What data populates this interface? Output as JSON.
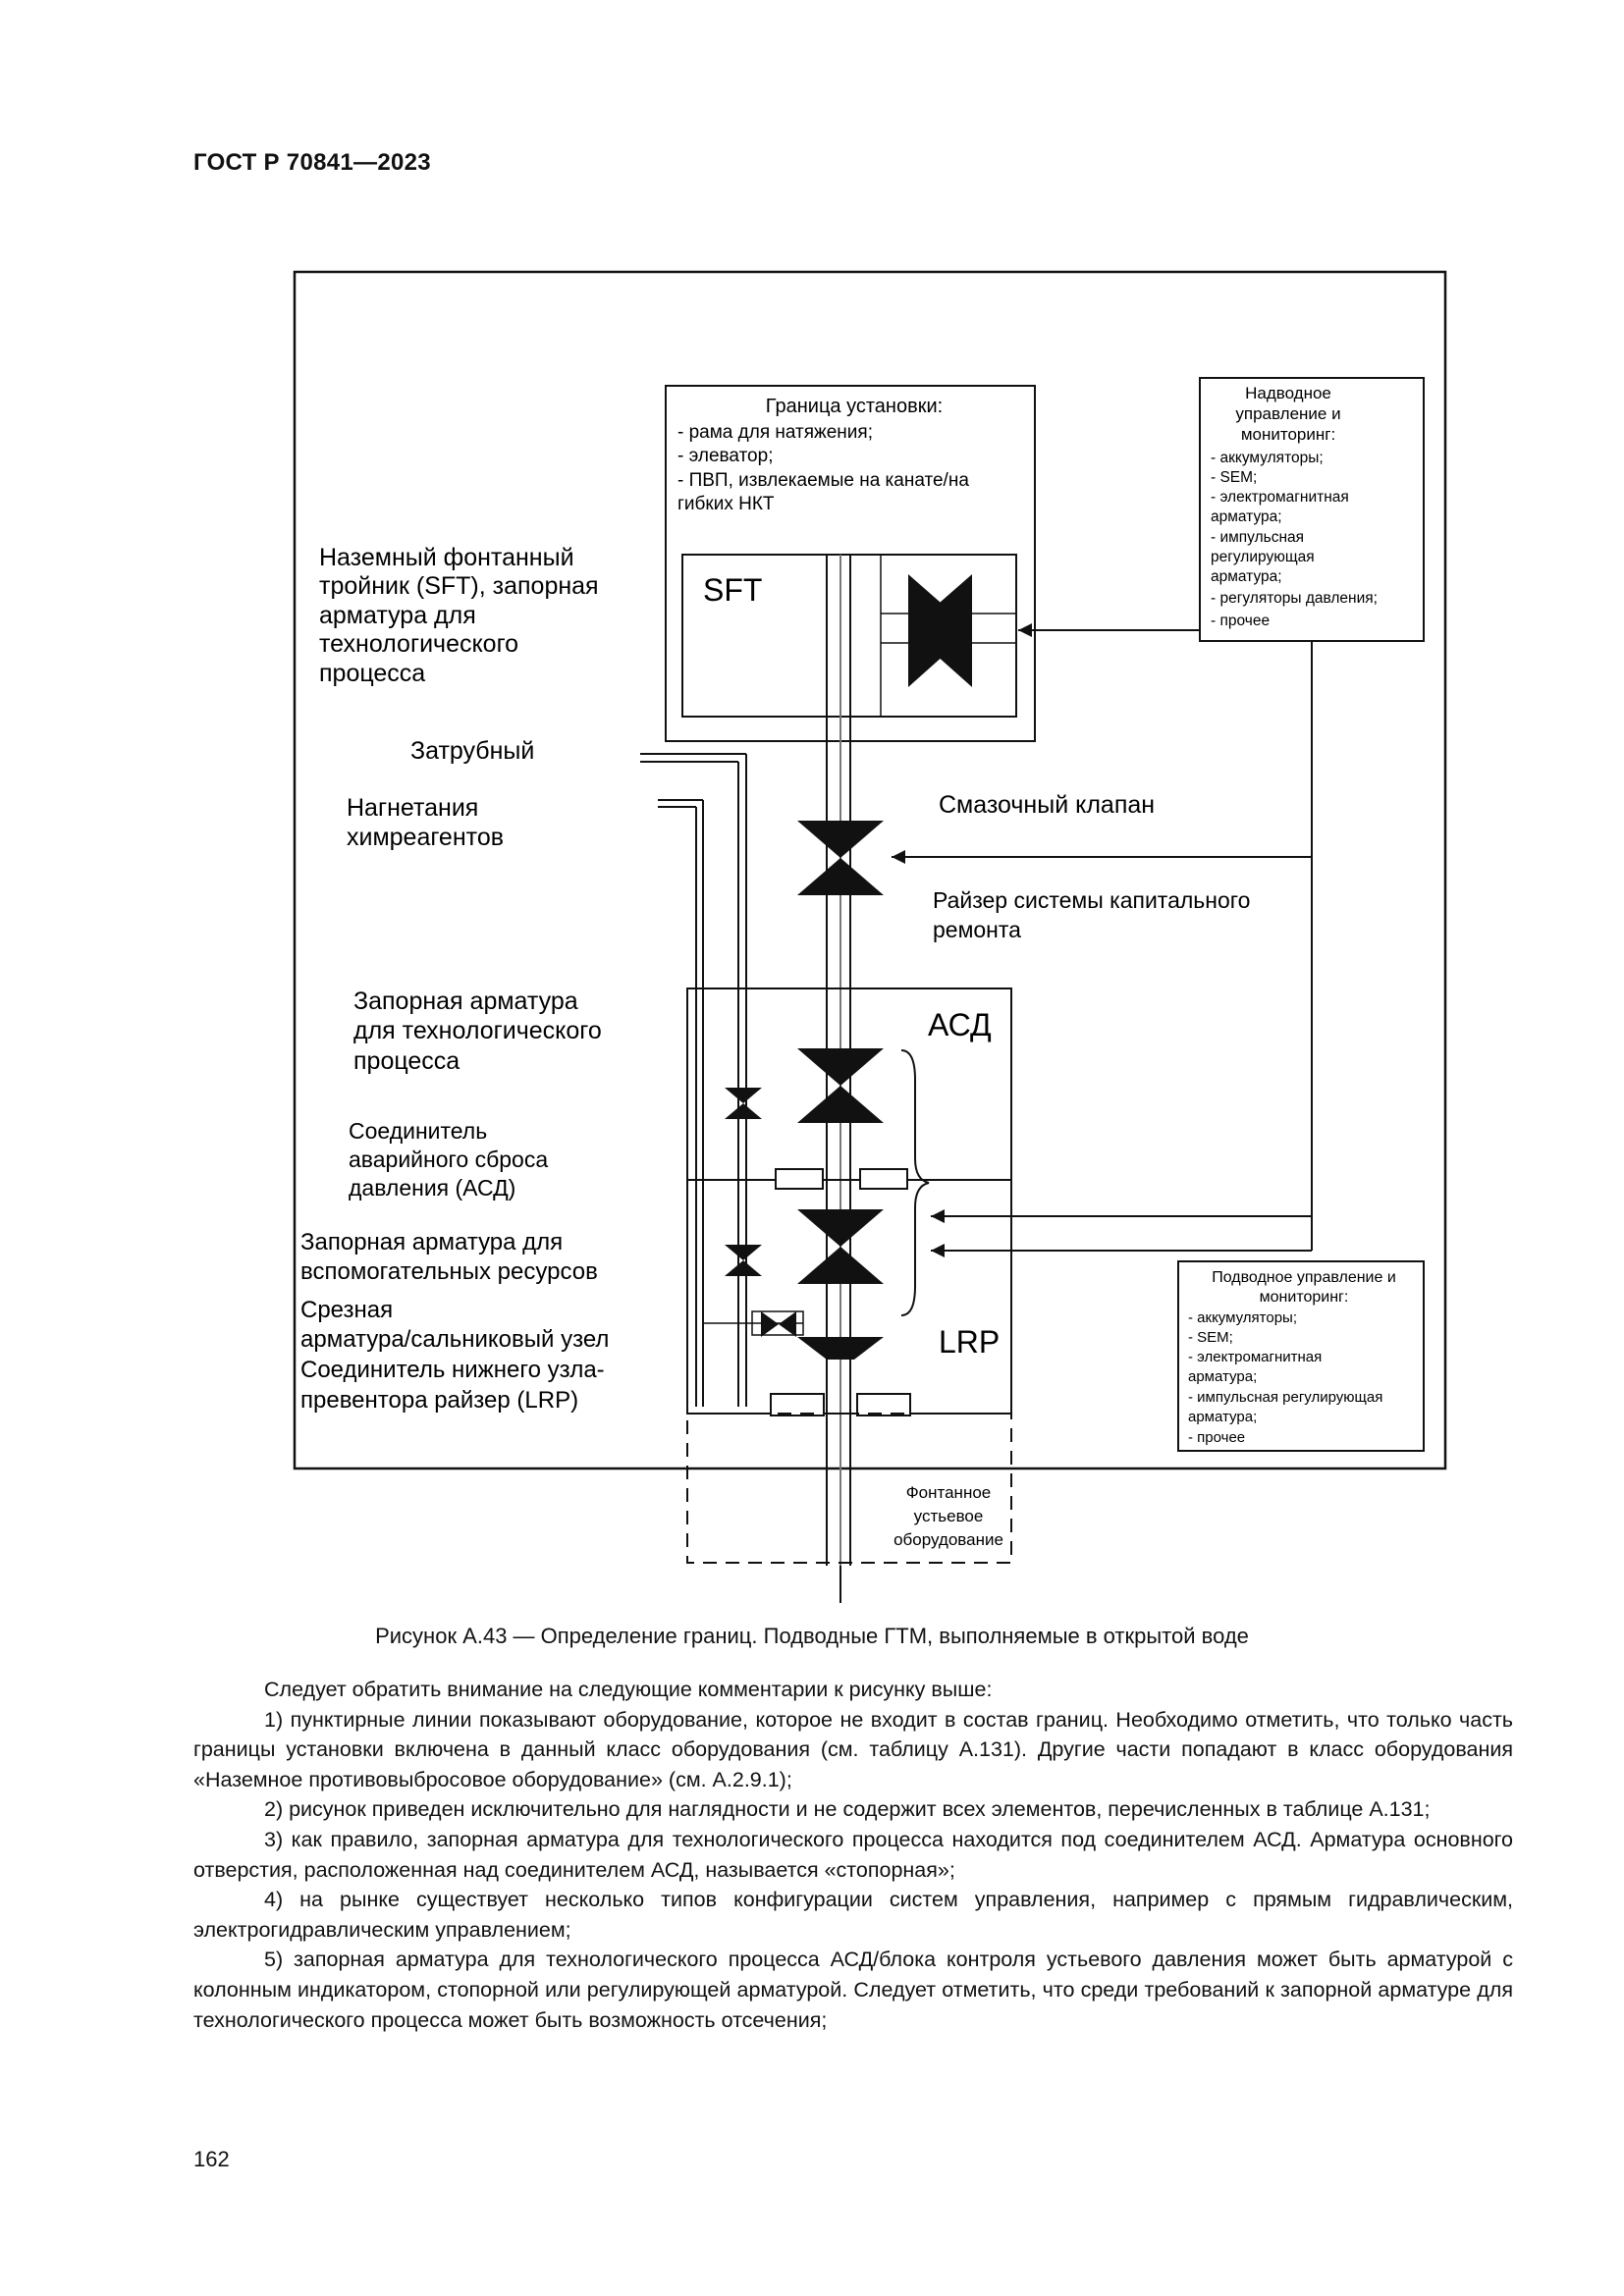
{
  "header": {
    "doc_code": "ГОСТ Р 70841—2023"
  },
  "figure": {
    "boundary_box": {
      "title": "Граница установки:",
      "lines": [
        "- рама для натяжения;",
        "- элеватор;",
        "- ПВП, извлекаемые на канате/на",
        "гибких НКТ"
      ]
    },
    "surface_control": {
      "lines": [
        "Надводное",
        "управление и",
        "мониторинг:"
      ],
      "items": [
        "- аккумуляторы;",
        "- SEM;",
        "- электромагнитная",
        "арматура;",
        "- импульсная",
        "регулирующая",
        "арматура;",
        "- регуляторы давления;",
        "- прочее"
      ]
    },
    "subsea_control": {
      "lines": [
        "Подводное управление и",
        "мониторинг:"
      ],
      "items": [
        "- аккумуляторы;",
        "- SEM;",
        "- электромагнитная",
        "арматура;",
        "- импульсная регулирующая",
        "арматура;",
        "- прочее"
      ]
    },
    "sft_label": "SFT",
    "asd_label": "АСД",
    "lrp_label": "LRP",
    "sft_text": [
      "Наземный фонтанный",
      "тройник (SFT), запорная",
      "арматура для",
      "технологического",
      "процесса"
    ],
    "annulus_text": "Затрубный",
    "chem_text": [
      "Нагнетания",
      "химреагентов"
    ],
    "lube_valve_text": "Смазочный клапан",
    "riser_text": [
      "Райзер системы капитального",
      "ремонта"
    ],
    "process_valve_text": [
      "Запорная арматура",
      "для технологического",
      "процесса"
    ],
    "edp_text": [
      "Соединитель",
      "аварийного сброса",
      "давления (АСД)"
    ],
    "aux_valve_text": [
      "Запорная арматура для",
      "вспомогательных ресурсов"
    ],
    "shear_text": [
      "Срезная",
      "арматура/сальниковый узел",
      "Соединитель нижнего узла-",
      "превентора райзер (LRP)"
    ],
    "xmas_tree_text": [
      "Фонтанное",
      "устьевое",
      "оборудование"
    ]
  },
  "caption": "Рисунок А.43 — Определение границ. Подводные ГТМ, выполняемые в открытой воде",
  "intro": "Следует обратить внимание на следующие комментарии к рисунку выше:",
  "items": [
    "1) пунктирные линии показывают оборудование, которое не входит в состав границ. Необходимо отметить, что только часть границы установки включена в данный класс оборудования (см. таблицу А.131). Другие части попадают в класс оборудования «Наземное противовыбросовое оборудование» (см. А.2.9.1);",
    "2) рисунок приведен исключительно для наглядности и не содержит всех элементов, перечисленных в таблице А.131;",
    "3) как правило, запорная арматура для технологического процесса находится под соединителем АСД. Арматура основного отверстия, расположенная над соединителем АСД, называется «стопорная»;",
    "4) на рынке существует несколько типов конфигурации систем управления, например с прямым гидравлическим, электрогидравлическим управлением;",
    "5) запорная арматура для технологического процесса АСД/блока контроля устьевого давления может быть арматурой с колонным индикатором, стопорной или регулирующей арматурой. Следует отметить, что среди требований к запорной арматуре для технологического процесса может быть возможность отсечения;"
  ],
  "page_number": "162"
}
